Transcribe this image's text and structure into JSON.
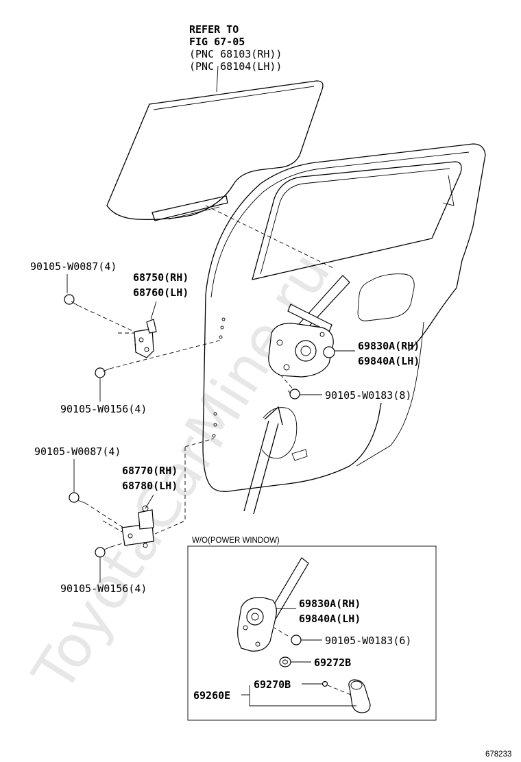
{
  "refer": {
    "line1": "REFER TO",
    "line2": "FIG 67-05",
    "line3": "(PNC 68103(RH))",
    "line4": "(PNC 68104(LH))"
  },
  "labels": {
    "bolt_upper_hinge_top": "90105-W0087(4)",
    "upper_hinge_rh": "68750(RH)",
    "upper_hinge_lh": "68760(LH)",
    "bolt_upper_hinge_bottom": "90105-W0156(4)",
    "regulator_rh": "69830A(RH)",
    "regulator_lh": "69840A(LH)",
    "regulator_bolt": "90105-W0183(8)",
    "bolt_lower_hinge_top": "90105-W0087(4)",
    "lower_hinge_rh": "68770(RH)",
    "lower_hinge_lh": "68780(LH)",
    "bolt_lower_hinge_bottom": "90105-W0156(4)"
  },
  "inset": {
    "title": "W/O(POWER WINDOW)",
    "regulator_rh": "69830A(RH)",
    "regulator_lh": "69840A(LH)",
    "regulator_bolt": "90105-W0183(6)",
    "washer": "69272B",
    "handle_assy": "69260E",
    "snap_ring": "69270B"
  },
  "watermark": "ToyotaCarMine.ru",
  "footer": {
    "code": "678233"
  }
}
